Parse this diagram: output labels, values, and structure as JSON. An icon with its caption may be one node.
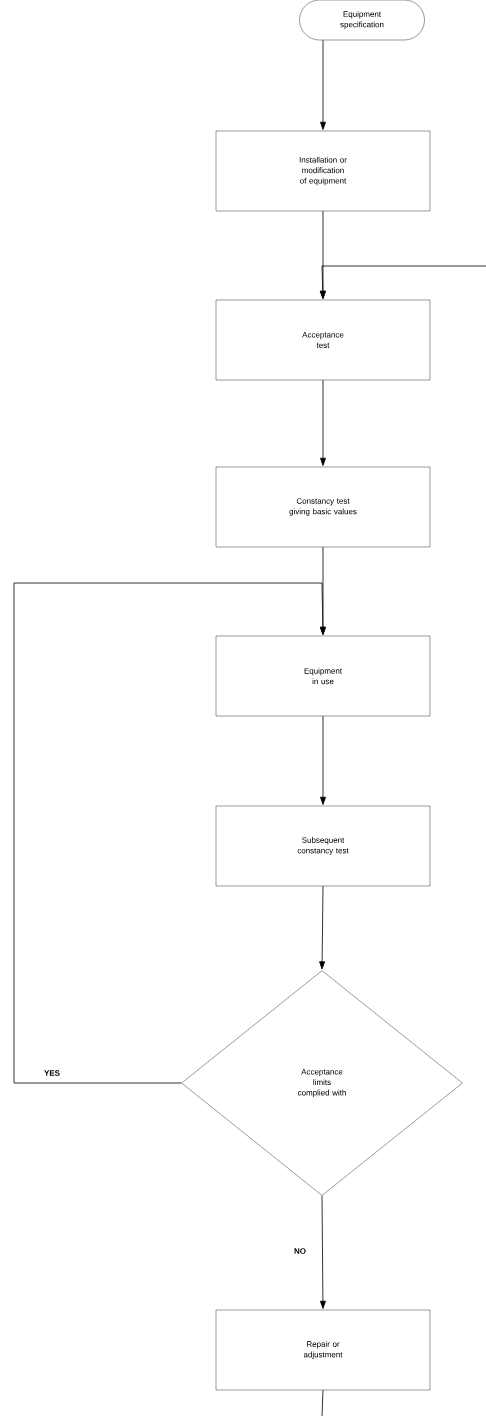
{
  "diagram": {
    "nodes": [
      {
        "text": [
          "Equipment specification"
        ]
      },
      {
        "text": [
          "Installation or modification of equipment"
        ]
      },
      {
        "text": [
          "Acceptance test"
        ]
      },
      {
        "text": [
          "Constancy test giving basic values"
        ]
      },
      {
        "text": [
          "Equipment in use"
        ]
      },
      {
        "text": [
          "Subsequent constancy test"
        ]
      },
      {
        "text": [
          "Acceptance limits complied with"
        ]
      },
      {
        "text": [
          "Repair or adjustment"
        ]
      }
    ],
    "edges": [
      {
        "from": 0,
        "to": 1,
        "arrow": "to"
      },
      {
        "from": 1,
        "to": 2,
        "arrow": "to"
      },
      {
        "from": null,
        "to": 2,
        "arrow": "to"
      },
      {
        "from": 2,
        "to": 3,
        "arrow": "to"
      },
      {
        "from": 3,
        "to": 4,
        "arrow": "to"
      },
      {
        "from": 4,
        "to": 5,
        "arrow": "to"
      },
      {
        "from": 5,
        "to": 6,
        "arrow": "to"
      },
      {
        "from": 6,
        "to": 4,
        "arrow": "to",
        "label": "YES"
      },
      {
        "from": 6,
        "to": 7,
        "arrow": "to",
        "label": "NO"
      },
      {
        "from": 7,
        "to": null,
        "arrow": "none"
      }
    ]
  }
}
